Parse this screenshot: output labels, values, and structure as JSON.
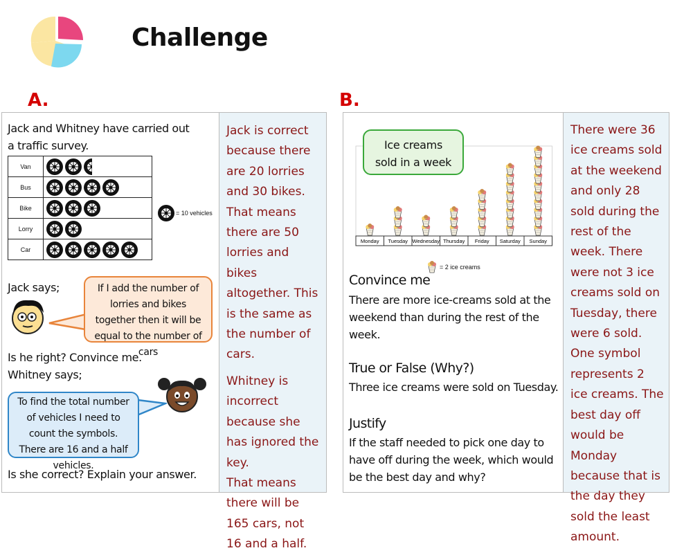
{
  "title": "Challenge",
  "logo_icon": "pie-chart-icon",
  "section_a": {
    "letter": "A.",
    "intro": "Jack and Whitney have carried out a traffic survey.",
    "pictogram": {
      "rows": [
        {
          "label": "Van",
          "symbols": 2.5
        },
        {
          "label": "Bus",
          "symbols": 4
        },
        {
          "label": "Bike",
          "symbols": 3
        },
        {
          "label": "Lorry",
          "symbols": 2
        },
        {
          "label": "Car",
          "symbols": 5
        }
      ],
      "key": "= 10 vehicles",
      "symbol_icon": "wheel-icon"
    },
    "jack_says": "Jack says;",
    "jack_bubble": "If I add the number of lorries and bikes together then it will be equal to the number of cars",
    "question1": "Is he right? Convince me.",
    "whitney_says": "Whitney says;",
    "whitney_bubble": "To find the total number of vehicles I need to count the symbols. There are 16 and a half vehicles.",
    "question2": "Is she correct? Explain your answer.",
    "answer_1": "Jack is correct because there are 20 lorries and 30 bikes. That means there are 50 lorries and bikes altogether. This is the same as the number of cars.",
    "answer_2": "Whitney is incorrect because she has ignored the key.",
    "answer_3": "That means there will be 165 cars, not 16 and a half."
  },
  "section_b": {
    "letter": "B.",
    "chart_label": "Ice creams sold in a week",
    "key": "= 2 ice creams",
    "convince_heading": "Convince me",
    "convince_text": "There are more ice-creams sold at the weekend than during the rest of the week.",
    "tf_heading": "True or False (Why?)",
    "tf_text": "Three ice creams were sold on Tuesday.",
    "justify_heading": "Justify",
    "justify_text": "If the staff needed to pick one day to have off during the week, which would be the best day and why?",
    "answer": "There were 36 ice creams sold at the weekend and only 28 sold during the rest of the week. There were not 3 ice creams sold on Tuesday, there were 6 sold. One symbol represents 2 ice creams. The best day off would be Monday because that is the day they sold the least amount."
  },
  "chart_data": [
    {
      "type": "table",
      "categories": [
        "Van",
        "Bus",
        "Bike",
        "Lorry",
        "Car"
      ],
      "values": [
        2.5,
        4,
        3,
        2,
        5
      ],
      "key": "= 10 vehicles"
    },
    {
      "type": "bar",
      "title": "Ice creams sold in a week",
      "categories": [
        "Monday",
        "Tuesday",
        "Wednesday",
        "Thursday",
        "Friday",
        "Saturday",
        "Sunday"
      ],
      "values": [
        1,
        3,
        2,
        3,
        5,
        8,
        10
      ],
      "key": "= 2 ice creams"
    }
  ],
  "colors": {
    "answer_text": "#8a1616",
    "answer_bg": "#eaf3f8",
    "section_letter": "#d40000",
    "jack_bubble_border": "#e8843a",
    "whitney_bubble_border": "#2f86c8",
    "chart_label_border": "#3aa83a"
  }
}
